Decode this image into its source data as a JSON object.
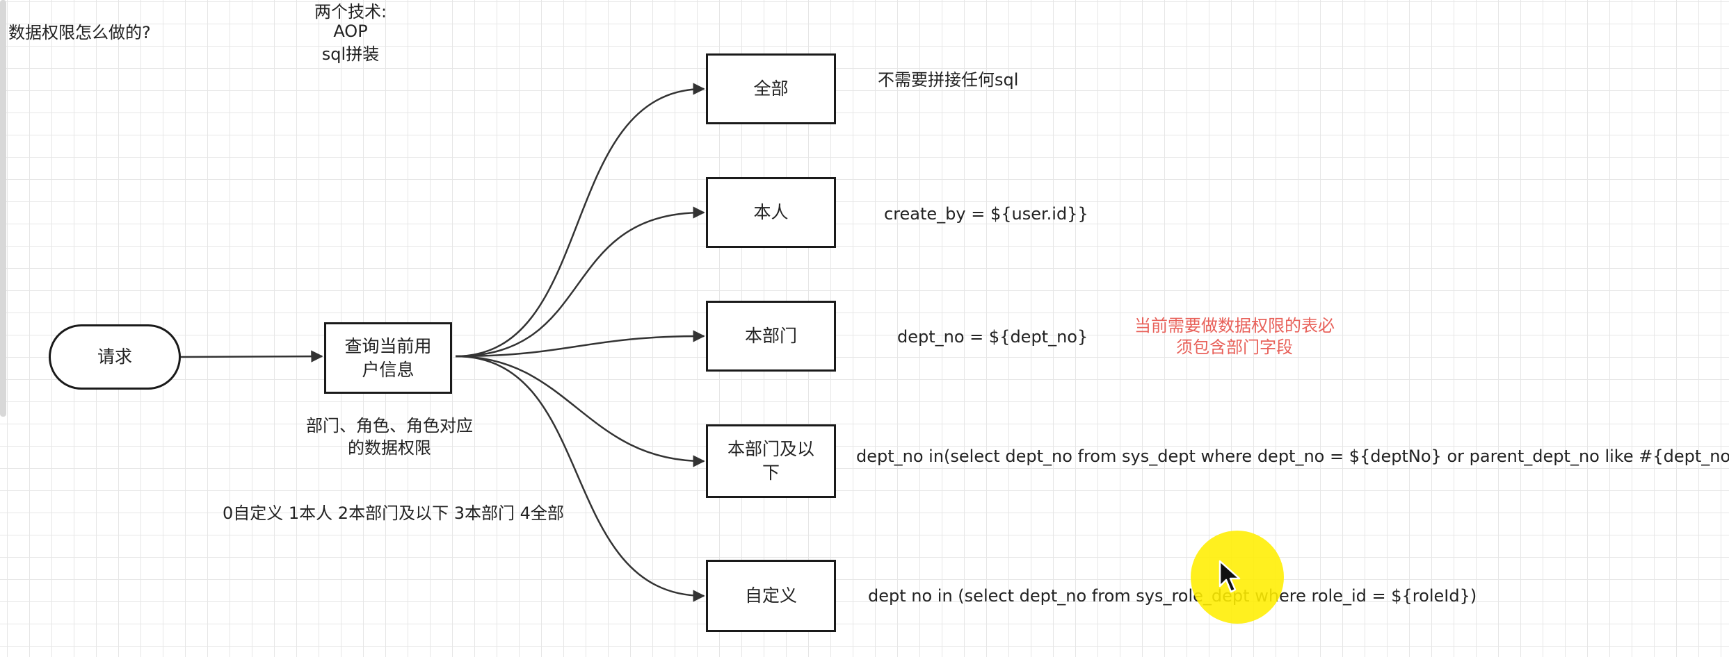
{
  "title": "数据权限怎么做的?",
  "techniques": [
    "两个技术:",
    "AOP",
    "sql拼装"
  ],
  "nodes": {
    "request": "请求",
    "query_user": [
      "查询当前用",
      "户信息"
    ],
    "all": "全部",
    "self": "本人",
    "dept": "本部门",
    "dept_and_below": [
      "本部门及以",
      "下"
    ],
    "custom": "自定义"
  },
  "annotations": {
    "user_info_note": [
      "部门、角色、角色对应",
      "的数据权限"
    ],
    "scope_codes": "0自定义  1本人 2本部门及以下 3本部门 4全部",
    "all_sql": "不需要拼接任何sql",
    "self_sql": "create_by = ${user.id}}",
    "dept_sql": "dept_no = ${dept_no}",
    "dept_below_sql": "dept_no in(select dept_no from sys_dept where dept_no = ${deptNo} or parent_dept_no like #{dept_no})",
    "custom_sql": "dept no in (select dept_no from sys_role_dept where role_id = ${roleId})",
    "warning": [
      "当前需要做数据权限的表必",
      "须包含部门字段"
    ]
  },
  "colors": {
    "warning": "#e8615a",
    "line": "#333333",
    "highlight": "#ffee00"
  }
}
